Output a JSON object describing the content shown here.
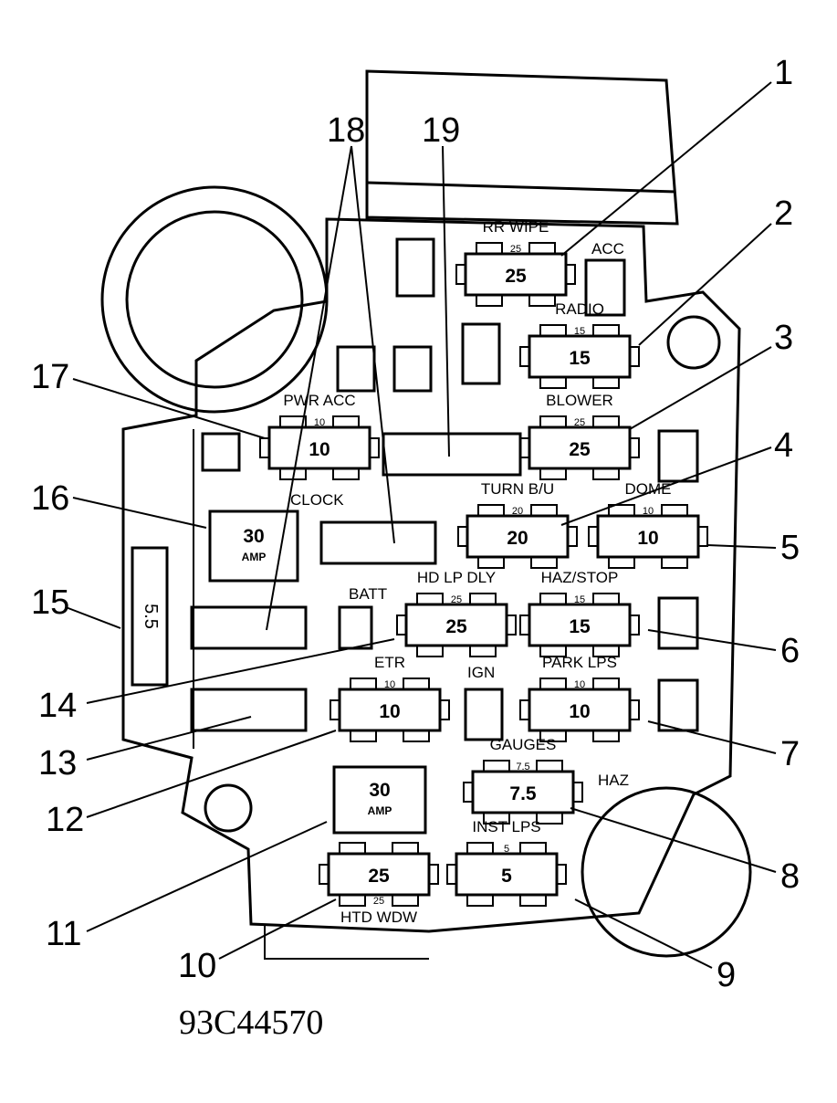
{
  "figure_code": "93C44570",
  "callouts": [
    "1",
    "2",
    "3",
    "4",
    "5",
    "6",
    "7",
    "8",
    "9",
    "10",
    "11",
    "12",
    "13",
    "14",
    "15",
    "16",
    "17",
    "18",
    "19"
  ],
  "fuses": [
    {
      "id": "rr-wipe",
      "label": "RR WIPE",
      "rating": "25",
      "value": "25"
    },
    {
      "id": "radio",
      "label": "RADIO",
      "rating": "15",
      "value": "15"
    },
    {
      "id": "blower",
      "label": "BLOWER",
      "rating": "25",
      "value": "25"
    },
    {
      "id": "pwr-acc",
      "label": "PWR ACC",
      "rating": "10",
      "value": "10"
    },
    {
      "id": "turn-bu",
      "label": "TURN B/U",
      "rating": "20",
      "value": "20"
    },
    {
      "id": "dome",
      "label": "DOME",
      "rating": "10",
      "value": "10"
    },
    {
      "id": "hd-lp-dly",
      "label": "HD LP DLY",
      "rating": "25",
      "value": "25"
    },
    {
      "id": "haz-stop",
      "label": "HAZ/STOP",
      "rating": "15",
      "value": "15"
    },
    {
      "id": "etr",
      "label": "ETR",
      "rating": "10",
      "value": "10"
    },
    {
      "id": "park-lps",
      "label": "PARK LPS",
      "rating": "10",
      "value": "10"
    },
    {
      "id": "gauges",
      "label": "GAUGES",
      "rating": "7.5",
      "value": "7.5"
    },
    {
      "id": "inst-lps",
      "label": "INST LPS",
      "rating": "5",
      "value": "5"
    },
    {
      "id": "htd-wdw",
      "label": "HTD WDW",
      "rating": "25",
      "value": "25"
    }
  ],
  "breakers": [
    {
      "id": "clock",
      "label": "CLOCK",
      "value": "30",
      "unit": "AMP"
    },
    {
      "id": "lower",
      "value": "30",
      "unit": "AMP"
    }
  ],
  "labels": {
    "acc": "ACC",
    "batt": "BATT",
    "ign": "IGN",
    "haz": "HAZ"
  },
  "side_fuse": "5.5"
}
